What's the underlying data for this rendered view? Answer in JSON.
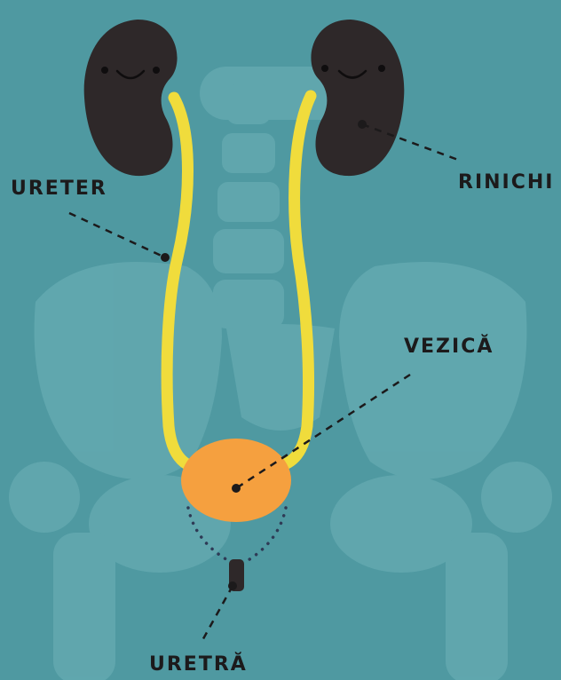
{
  "labels": {
    "ureter": "URETER",
    "rinichi": "RINICHI",
    "vezica": "VEZICĂ",
    "uretra": "URETRĂ"
  },
  "colors": {
    "background": "#4f99a1",
    "skeleton": "#63a9b0",
    "kidney": "#2e2829",
    "ureter": "#f0dc3c",
    "bladder": "#f5a03f",
    "urethra": "#2e2829",
    "leader_lines": "#1c1a1b"
  },
  "icons": {
    "kidney_left": "smiling-kidney",
    "kidney_right": "smiling-kidney"
  }
}
